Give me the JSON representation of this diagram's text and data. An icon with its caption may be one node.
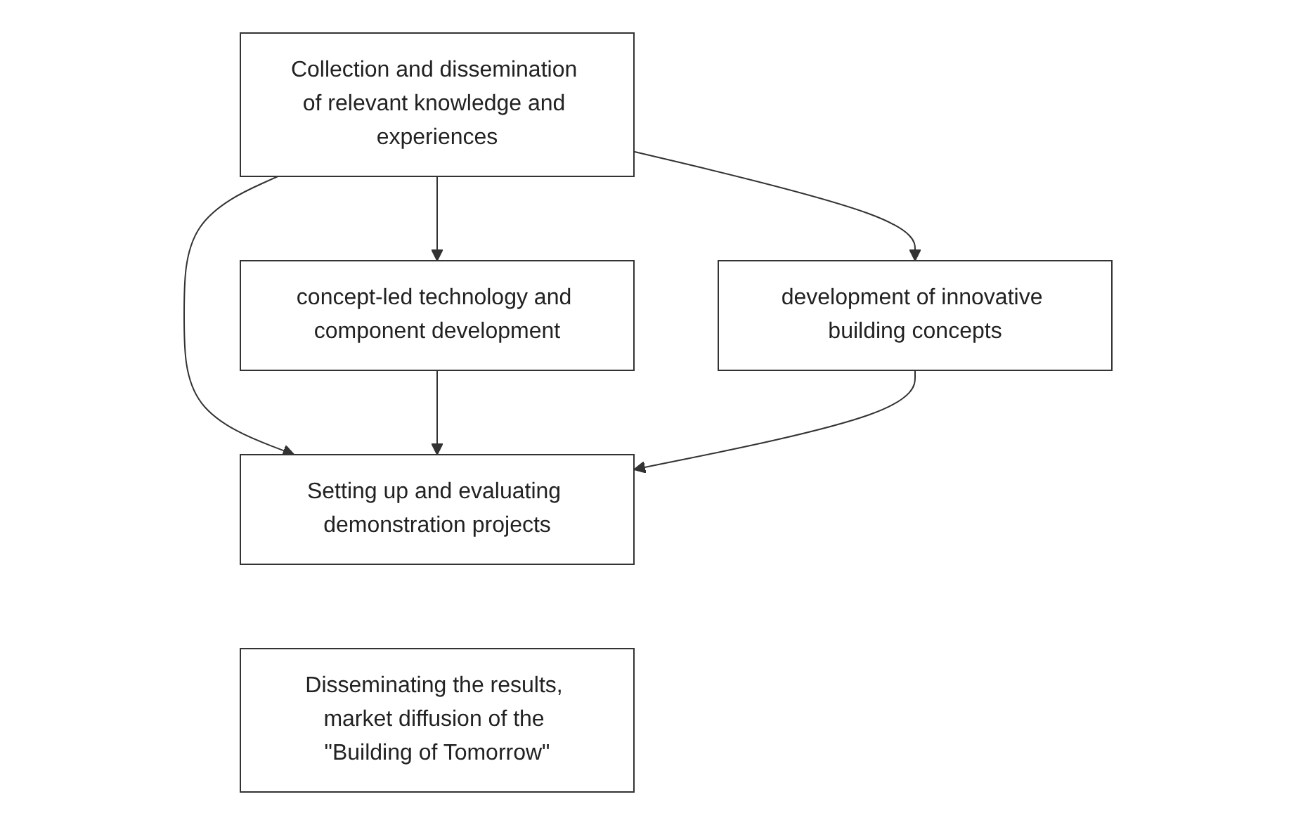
{
  "diagram": {
    "nodes": [
      {
        "text": [
          "Collection and dissemination of relevant knowledge and experiences"
        ]
      },
      {
        "text": [
          "concept-led technology and component development"
        ]
      },
      {
        "text": [
          "development of innovative building concepts"
        ]
      },
      {
        "text": [
          "Setting up and evaluating demonstration projects"
        ]
      },
      {
        "text": [
          "Disseminating the results, market diffusion of the \"Building of Tomorrow\""
        ]
      }
    ],
    "edges": [
      {
        "from": 0,
        "to": 1,
        "arrow": "to"
      },
      {
        "from": 0,
        "to": 2,
        "arrow": "to"
      },
      {
        "from": 0,
        "to": 3,
        "arrow": "to"
      },
      {
        "from": 1,
        "to": 3,
        "arrow": "to"
      },
      {
        "from": 2,
        "to": 3,
        "arrow": "to"
      }
    ]
  }
}
